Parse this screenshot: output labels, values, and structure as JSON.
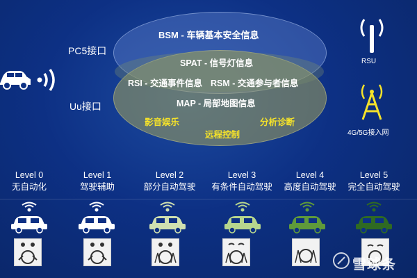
{
  "diagram": {
    "interfaces": {
      "pc5": "PC5接口",
      "uu": "Uu接口"
    },
    "ellipse_items": {
      "bsm": "BSM - 车辆基本安全信息",
      "spat": "SPAT - 信号灯信息",
      "rsi": "RSI - 交通事件信息",
      "rsm": "RSM - 交通参与者信息",
      "map": "MAP - 局部地图信息",
      "media": "影音娱乐",
      "remote": "远程控制",
      "diag": "分析诊断"
    },
    "right_icons": {
      "rsu": "RSU",
      "network": "4G/5G接入网"
    }
  },
  "levels": [
    {
      "name": "Level 0",
      "desc": "无自动化",
      "car_color": "#ffffff"
    },
    {
      "name": "Level 1",
      "desc": "驾驶辅助",
      "car_color": "#ffffff"
    },
    {
      "name": "Level 2",
      "desc": "部分自动驾驶",
      "car_color": "#cfe0b0"
    },
    {
      "name": "Level 3",
      "desc": "有条件自动驾驶",
      "car_color": "#b7d68d"
    },
    {
      "name": "Level 4",
      "desc": "高度自动驾驶",
      "car_color": "#5f9a3a"
    },
    {
      "name": "Level 5",
      "desc": "完全自动驾驶",
      "car_color": "#2f6a22"
    }
  ],
  "watermark": "雪球条"
}
